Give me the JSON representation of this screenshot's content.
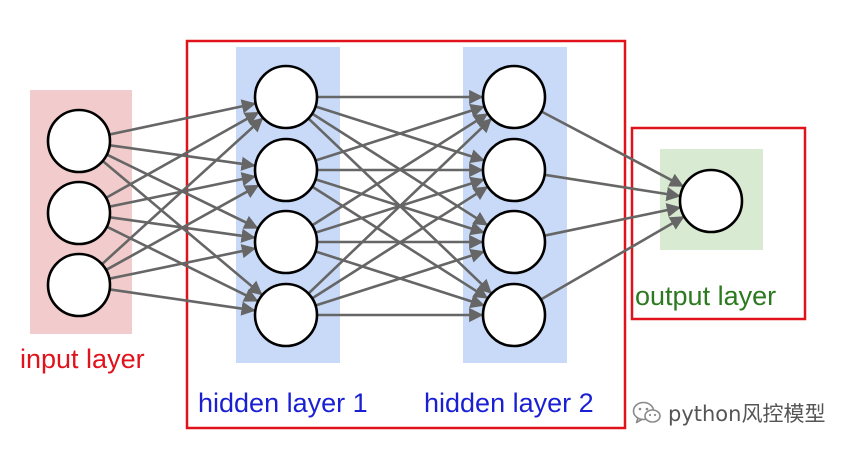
{
  "labels": {
    "input": "input layer",
    "hidden1": "hidden layer 1",
    "hidden2": "hidden layer 2",
    "output": "output layer"
  },
  "watermark": {
    "text": "python风控模型",
    "icon": "wechat-icon"
  },
  "colors": {
    "input_label": "#e0121b",
    "hidden_label": "#1a1fd4",
    "output_label": "#2c7a1f",
    "input_band": "#f2cccc",
    "hidden_band": "#c9daf8",
    "output_band": "#d9ead3",
    "box_border": "#e0121b",
    "edge": "#666666",
    "node_stroke": "#000000"
  },
  "network": {
    "layers": [
      {
        "id": "input",
        "nodes": 3
      },
      {
        "id": "hidden1",
        "nodes": 4
      },
      {
        "id": "hidden2",
        "nodes": 4
      },
      {
        "id": "output",
        "nodes": 1
      }
    ],
    "fully_connected": true
  }
}
